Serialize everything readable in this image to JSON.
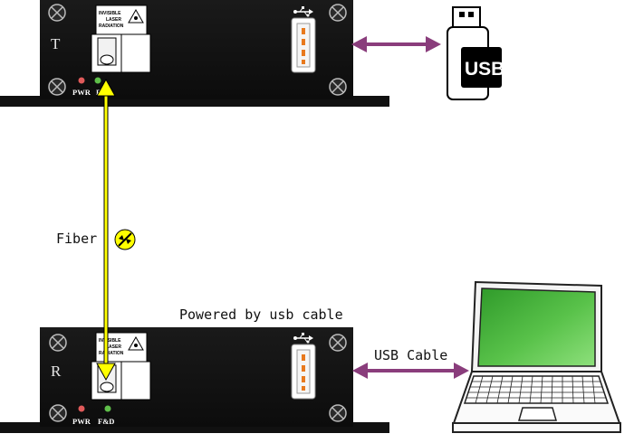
{
  "transmitter": {
    "unit_letter": "T",
    "led_power": "PWR",
    "led_fd": "F&D",
    "warning": [
      "INVISIBLE",
      "LASER",
      "RADIATION"
    ]
  },
  "receiver": {
    "unit_letter": "R",
    "led_power": "PWR",
    "led_fd": "F&D",
    "warning": [
      "INVISIBLE",
      "LASER",
      "RADIATION"
    ]
  },
  "usb_drive_label": "USB",
  "fiber_label": "Fiber",
  "powered_label": "Powered by usb cable",
  "usb_cable_label": "USB Cable",
  "colors": {
    "device_body": "#141414",
    "fiber": "#ffff00",
    "arrow": "#8a3d7c",
    "laptop_screen": "#44b53a",
    "led_red": "#e05a5a",
    "led_green": "#5fbf4a"
  }
}
